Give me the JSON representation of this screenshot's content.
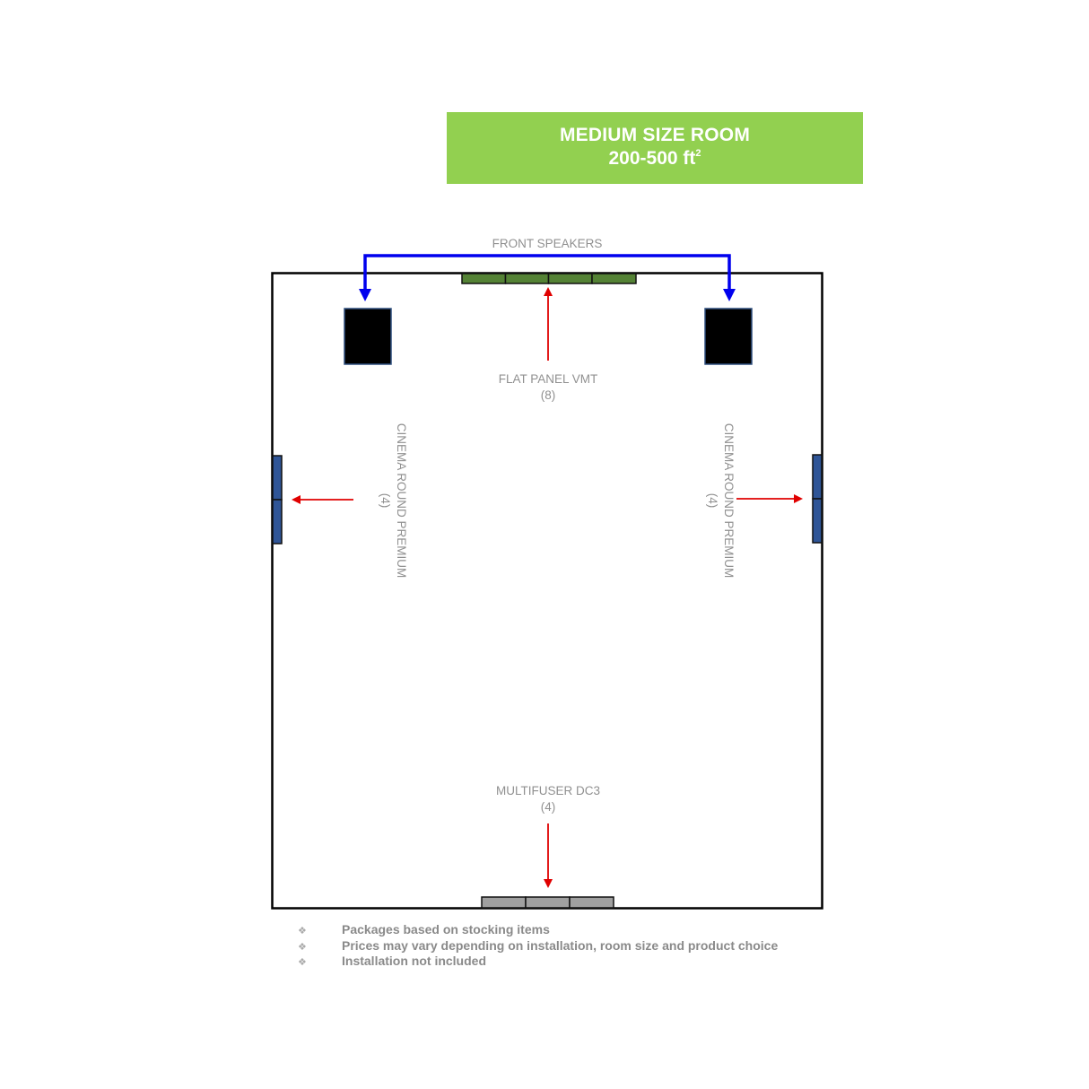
{
  "header": {
    "title": "MEDIUM SIZE ROOM",
    "size_range": "200-500 ft",
    "size_unit_superscript": "2",
    "background_color": "#92d050"
  },
  "diagram": {
    "front_speakers": {
      "label": "FRONT SPEAKERS",
      "connector_color": "#0000ee",
      "speaker_color": "#000000"
    },
    "flat_panel": {
      "label": "FLAT PANEL VMT",
      "count": "(8)",
      "panels": 4,
      "color": "#548235"
    },
    "side_left": {
      "label": "CINEMA ROUND PREMIUM",
      "count": "(4)",
      "color": "#2f5597"
    },
    "side_right": {
      "label": "CINEMA ROUND PREMIUM",
      "count": "(4)",
      "color": "#2f5597"
    },
    "rear": {
      "label": "MULTIFUSER DC3",
      "count": "(4)",
      "panels": 3,
      "color": "#a0a0a0"
    },
    "arrow_color": "#e00000"
  },
  "notes": [
    "Packages based on stocking items",
    "Prices may vary depending on installation, room size and  product choice",
    "Installation not included"
  ],
  "bullet_icon": "❖"
}
